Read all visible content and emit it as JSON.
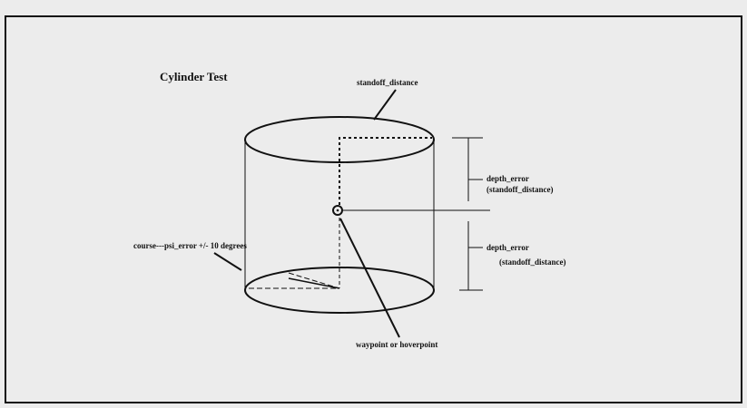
{
  "title": "Cylinder Test",
  "labels": {
    "standoff": "standoff_distance",
    "depth_top_line1": "depth_error",
    "depth_top_line2": "(standoff_distance)",
    "depth_bottom_line1": "depth_error",
    "depth_bottom_line2": "(standoff_distance)",
    "course": "course---psi_error +/- 10 degrees",
    "waypoint": "waypoint or hoverpoint"
  },
  "colors": {
    "background": "#ececec",
    "ink": "#111111"
  }
}
